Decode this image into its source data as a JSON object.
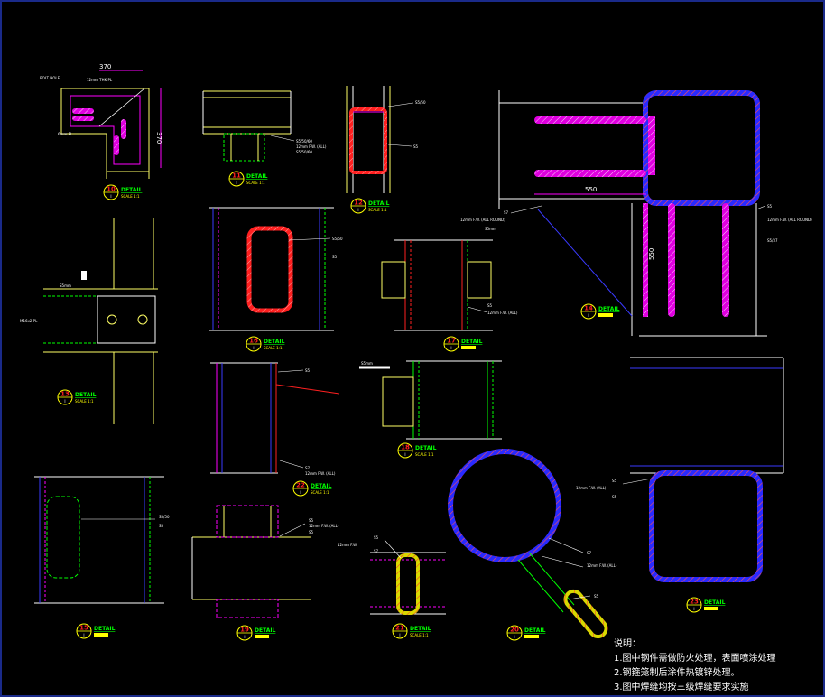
{
  "details": [
    {
      "id": "d10",
      "num": "10",
      "label": "DETAIL",
      "scale": "SCALE 1:1"
    },
    {
      "id": "d11",
      "num": "11",
      "label": "DETAIL",
      "scale": "SCALE 1:1"
    },
    {
      "id": "d12",
      "num": "12",
      "label": "DETAIL",
      "scale": "SCALE 1:1"
    },
    {
      "id": "d14",
      "num": "14",
      "label": "DETAIL",
      "scale": ""
    },
    {
      "id": "d13",
      "num": "13",
      "label": "DETAIL",
      "scale": "SCALE 1:1"
    },
    {
      "id": "d16",
      "num": "16",
      "label": "DETAIL",
      "scale": "SCALE 1:1"
    },
    {
      "id": "d17",
      "num": "17",
      "label": "DETAIL",
      "scale": ""
    },
    {
      "id": "d18",
      "num": "18",
      "label": "DETAIL",
      "scale": "SCALE 1:1"
    },
    {
      "id": "d22",
      "num": "22",
      "label": "DETAIL",
      "scale": "SCALE 1:1"
    },
    {
      "id": "d15",
      "num": "15",
      "label": "DETAIL",
      "scale": ""
    },
    {
      "id": "d19",
      "num": "19",
      "label": "DETAIL",
      "scale": ""
    },
    {
      "id": "d21",
      "num": "21",
      "label": "DETAIL",
      "scale": "SCALE 1:1"
    },
    {
      "id": "d20",
      "num": "20",
      "label": "DETAIL",
      "scale": ""
    },
    {
      "id": "d23",
      "num": "23",
      "label": "DETAIL",
      "scale": ""
    }
  ],
  "dimensions": {
    "d10_width": "370",
    "d10_height": "370",
    "d14_width": "550",
    "d14_height": "550"
  },
  "annotations": {
    "d10_top": "BOLT HOLE",
    "d10_top2": "12mm THK PL",
    "d10_left": "6mm PL",
    "d11_r1": "S5/50/60",
    "d11_r2": "12mm F.W. (ALL)",
    "d11_r3": "S5/50/60",
    "d12_r1": "S5/50",
    "d12_r2": "S5",
    "d14_l1": "S7",
    "d14_l2": "12mm F.W. (ALL ROUND)",
    "d14_l3": "S5mm",
    "d14_r1": "S5",
    "d14_r2": "12mm F.W. (ALL ROUND)",
    "d14_r3": "S5/37",
    "d13_l1": "S5mm",
    "d13_l2": "M16x2 PL",
    "d16_r1": "S5/50",
    "d16_r2": "S5",
    "d17_r1": "S5",
    "d17_r2": "12mm F.W. (ALL)",
    "d18_l1": "S5mm",
    "d22_r1": "S5",
    "d22_r2": "S7",
    "d22_r3": "12mm F.W. (ALL)",
    "d15_r1": "S5/50",
    "d15_r2": "S5",
    "d19_r1": "S5",
    "d19_r2": "12mm F.W. (ALL)",
    "d19_r3": "S5",
    "d21_l1": "S5",
    "d21_l2": "12mm F.W.",
    "d21_l3": "S7",
    "d20_r1": "S7",
    "d20_r2": "12mm F.W. (ALL)",
    "d20_r3": "S5",
    "d23_l1": "S5",
    "d23_l2": "12mm F.W. (ALL)",
    "d23_l3": "S5"
  },
  "notes": {
    "title": "说明：",
    "items": [
      "1.图中钢件需做防火处理，表面喷涂处理",
      "2.钢箍笼制后涂件热镀锌处理。",
      "3.图中焊缝均按三级焊缝要求实施"
    ]
  },
  "colors": {
    "background": "#000000",
    "frame": "#1a2a8a",
    "steel": "#3a3aff",
    "hatch_red": "#ff2020",
    "magenta": "#ff00ff",
    "yellow": "#ffff00",
    "green": "#00ff00",
    "gray": "#d0d0d0"
  }
}
